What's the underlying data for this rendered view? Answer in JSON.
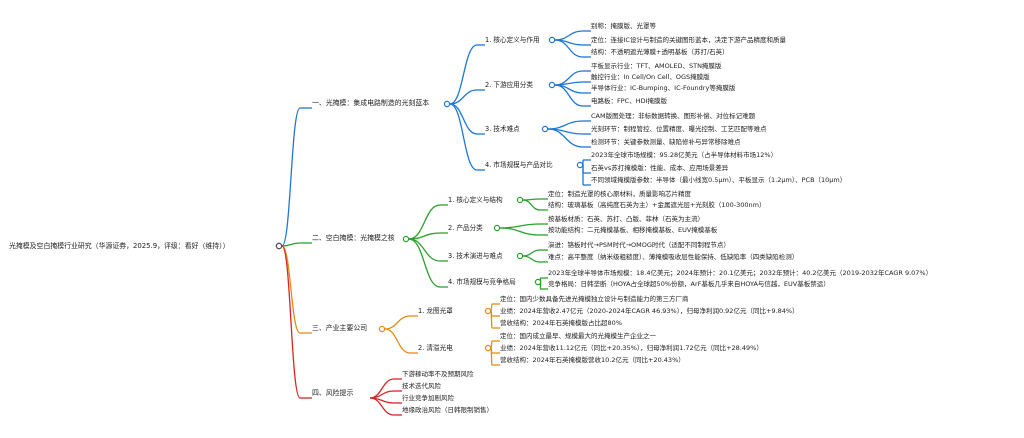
{
  "root": "光掩模及空白掩模行业研究（华源证券，2025.9，评级：看好（维持））",
  "sections": [
    {
      "id": "s1",
      "color": "#1f77d4",
      "label": "一、光掩模：集成电路制造的光刻蓝本",
      "children": [
        {
          "label": "1. 核心定义与作用",
          "leaves": [
            "别称：掩膜版、光罩等",
            "定位：连接IC设计与制造的关键图形蓝本，决定下游产品精度和质量",
            "结构：不透明遮光薄膜+透明基板（苏打/石英）"
          ]
        },
        {
          "label": "2. 下游应用分类",
          "leaves": [
            "平板显示行业：TFT、AMOLED、STN掩膜版",
            "触控行业：In Cell/On Cell、OGS掩膜版",
            "半导体行业：IC-Bumping、IC-Foundry等掩膜版",
            "电路板：FPC、HDI掩膜版"
          ]
        },
        {
          "label": "3. 技术难点",
          "leaves": [
            "CAM版图处理：非标数据转换、图形补偿、对位标记难题",
            "光刻环节：制程管控、位置精度、曝光控制、工艺匹配等难点",
            "检测环节：关键参数测量、缺陷修补与异常移除难点"
          ]
        },
        {
          "label": "4. 市场规模与产品对比",
          "leaves": [
            "2023年全球市场规模：95.28亿美元（占半导体材料市场12%）",
            "石英vs苏打掩模版：性能、成本、应用场景差异",
            "不同领域掩模版参数：半导体（最小线宽0.5μm）、平板显示（1.2μm）、PCB（10μm）"
          ]
        }
      ]
    },
    {
      "id": "s2",
      "color": "#2ca02c",
      "label": "二、空白掩模：光掩模之核",
      "children": [
        {
          "label": "1. 核心定义与结构",
          "leaves": [
            "定位：制造光罩的核心原材料，质量影响芯片精度",
            "结构：玻璃基板（高纯度石英为主）+金属遮光层+光刻胶（100-300nm）"
          ]
        },
        {
          "label": "2. 产品分类",
          "leaves": [
            "按基板材质：石英、苏打、凸版、菲林（石英为主流）",
            "按功能结构：二元掩模基板、相移掩模基板、EUV掩模基板"
          ]
        },
        {
          "label": "3. 技术演进与难点",
          "leaves": [
            "演进：铬板时代→PSM时代→OMOG时代（适配不同制程节点）",
            "难点：高平整度（纳米级粗糙度）、薄掩模吸收层性能保持、低缺陷率（四类缺陷检测）"
          ]
        },
        {
          "label": "4. 市场规模与竞争格局",
          "leaves": [
            "2023年全球半导体市场规模：18.4亿美元；2024年预计：20.1亿美元；2032年预计：40.2亿美元（2019-2032年CAGR 9.07%）",
            "竞争格局：日韩垄断（HOYA占全球超50%份额，ArF基板几乎来自HOYA与信越，EUV基板禁运）"
          ]
        }
      ]
    },
    {
      "id": "s3",
      "color": "#e98a12",
      "label": "三、产业主要公司",
      "children": [
        {
          "label": "1. 龙图光罩",
          "leaves": [
            "定位：国内少数具备先进光掩模独立设计与制造能力的第三方厂商",
            "业绩：2024年营收2.47亿元（2020-2024年CAGR 46.93%），归母净利润0.92亿元（同比+9.84%）",
            "营收结构：2024年石英掩模版占比超80%"
          ]
        },
        {
          "label": "2. 清溢光电",
          "leaves": [
            "定位：国内成立最早、规模最大的光掩模生产企业之一",
            "业绩：2024年营收11.12亿元（同比+20.35%），归母净利润1.72亿元（同比+28.49%）",
            "营收结构：2024年石英掩模版营收10.2亿元（同比+20.43%）"
          ]
        }
      ]
    },
    {
      "id": "s4",
      "color": "#d62728",
      "label": "四、风险提示",
      "leaves": [
        "下游稼动率不及预期风险",
        "技术迭代风险",
        "行业竞争加剧风险",
        "地缘政治风险（日韩限制销售）"
      ]
    }
  ]
}
